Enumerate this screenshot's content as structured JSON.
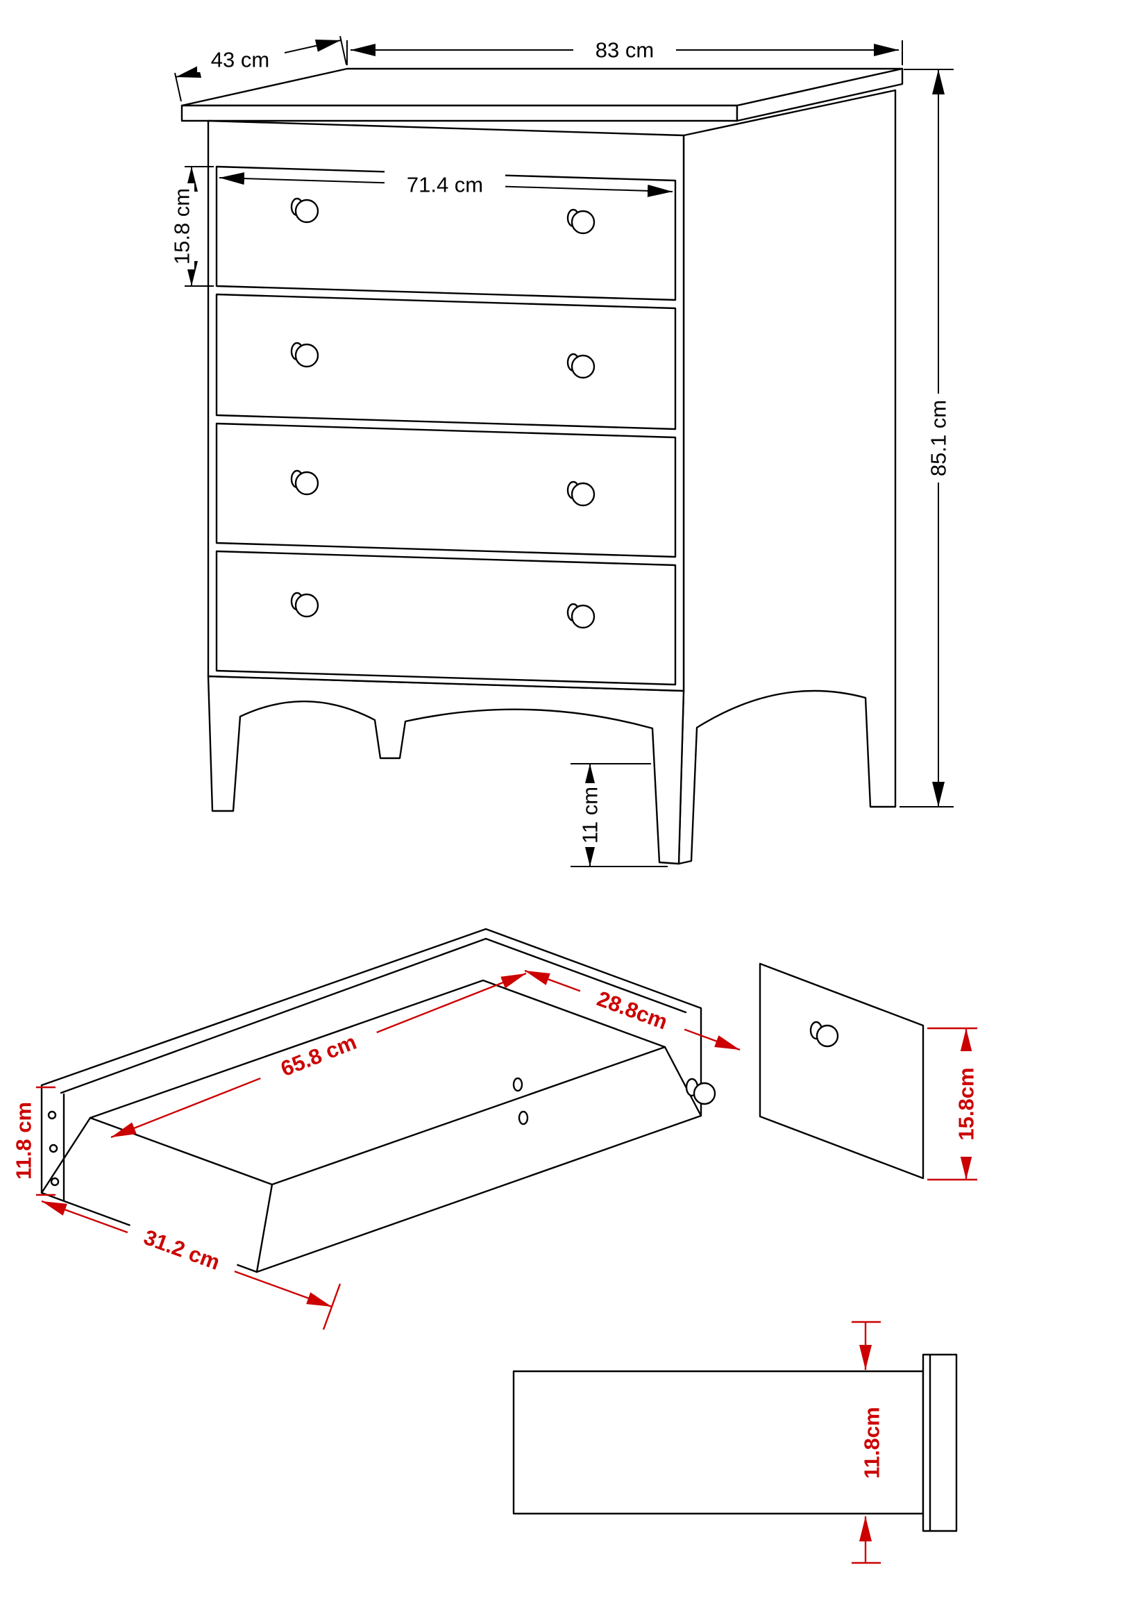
{
  "chest": {
    "depth": "43 cm",
    "width": "83 cm",
    "drawer_width": "71.4 cm",
    "drawer_height": "15.8 cm",
    "height": "85.1 cm",
    "leg_height": "11 cm"
  },
  "drawer": {
    "inner_length": "65.8 cm",
    "inner_width": "28.8cm",
    "front_height": "15.8cm",
    "side_height": "11.8 cm",
    "outer_width": "31.2 cm"
  },
  "panel": {
    "height": "11.8cm"
  },
  "colors": {
    "line": "#000000",
    "dimension_red": "#cc0000",
    "background": "#ffffff"
  }
}
